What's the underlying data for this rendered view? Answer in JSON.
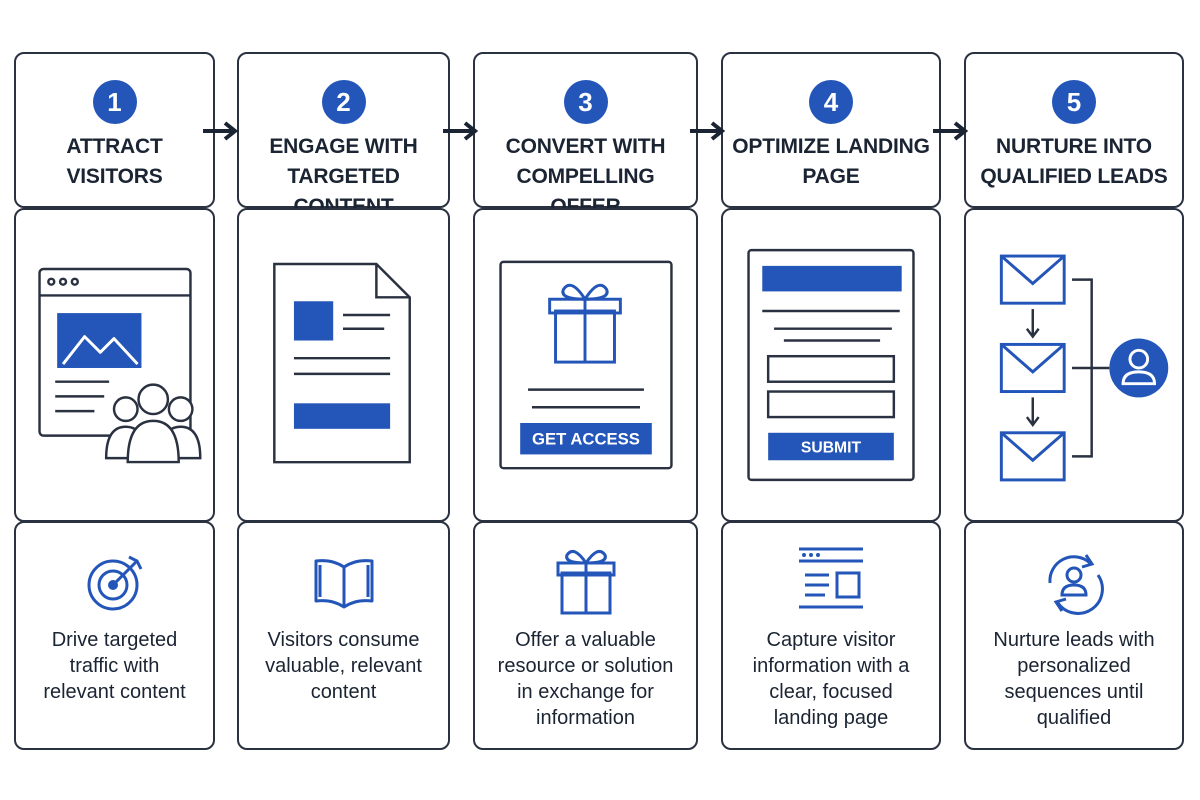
{
  "colors": {
    "accent": "#2356b8",
    "stroke": "#2a3140",
    "text": "#1b2433"
  },
  "steps": [
    {
      "number": "1",
      "title": "ATTRACT\nVISITORS",
      "illustration": "browser-with-audience",
      "icon": "target-icon",
      "description": "Drive targeted\ntraffic with\nrelevant content"
    },
    {
      "number": "2",
      "title": "ENGAGE WITH\nTARGETED CONTENT",
      "illustration": "content-document",
      "icon": "open-book-icon",
      "description": "Visitors consume\nvaluable, relevant\ncontent"
    },
    {
      "number": "3",
      "title": "CONVERT WITH\nCOMPELLING OFFER",
      "illustration": "gift-offer-card",
      "icon": "gift-icon",
      "button_label": "GET ACCESS",
      "description": "Offer a valuable\nresource or solution\nin exchange for\ninformation"
    },
    {
      "number": "4",
      "title": "OPTIMIZE LANDING\nPAGE",
      "illustration": "landing-page-form",
      "icon": "browser-layout-icon",
      "button_label": "SUBMIT",
      "description": "Capture visitor\ninformation with a\nclear, focused\nlanding page"
    },
    {
      "number": "5",
      "title": "NURTURE INTO\nQUALIFIED LEADS",
      "illustration": "email-sequence",
      "icon": "user-cycle-icon",
      "description": "Nurture leads with\npersonalized\nsequences until\nqualified"
    }
  ]
}
